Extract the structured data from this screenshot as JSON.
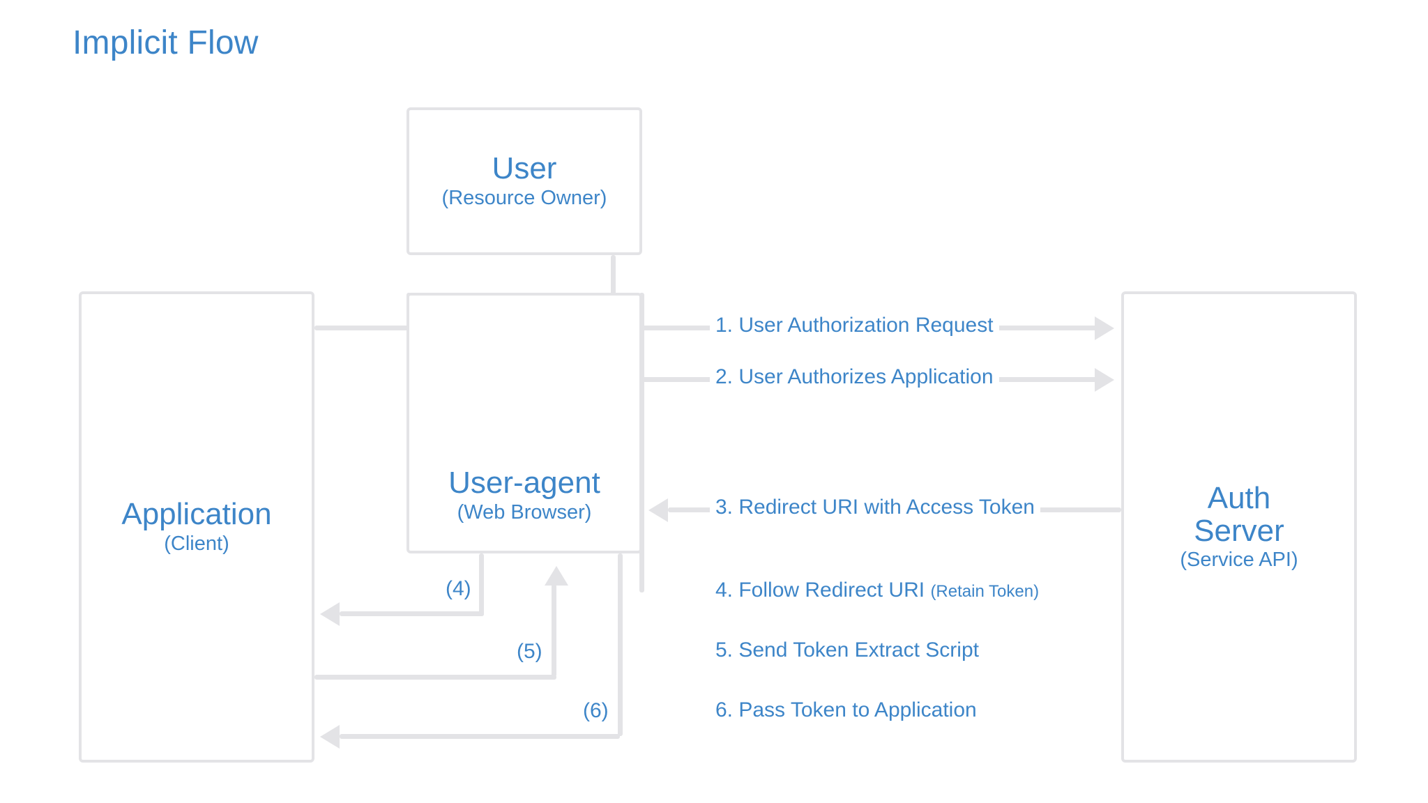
{
  "page": {
    "title": "Implicit Flow",
    "accent_blue": "#3d85c8",
    "line_gray": "#e3e3e6",
    "background": "#ffffff"
  },
  "nodes": [
    {
      "id": "user",
      "main": "User",
      "sub": "(Resource Owner)"
    },
    {
      "id": "user-agent",
      "main": "User-agent",
      "sub": "(Web Browser)"
    },
    {
      "id": "application",
      "main": "Application",
      "sub": "(Client)"
    },
    {
      "id": "auth-server",
      "main": "Auth\nServer",
      "sub": "(Service API)"
    }
  ],
  "steps": [
    {
      "num": "1.",
      "text": "User Authorization Request",
      "detail": "",
      "direction": "right"
    },
    {
      "num": "2.",
      "text": "User Authorizes Application",
      "detail": "",
      "direction": "right"
    },
    {
      "num": "3.",
      "text": "Redirect URI with Access Token",
      "detail": "",
      "direction": "left"
    },
    {
      "num": "4.",
      "text": "Follow Redirect URI",
      "detail": "(Retain Token)",
      "direction": "left"
    },
    {
      "num": "5.",
      "text": "Send Token Extract Script",
      "detail": "",
      "direction": "up"
    },
    {
      "num": "6.",
      "text": "Pass Token to Application",
      "detail": "",
      "direction": "left"
    }
  ],
  "step_labels": {
    "s1": "1. User Authorization Request",
    "s2": "2. User Authorizes Application",
    "s3": "3. Redirect URI with Access Token",
    "s4_main": "4. Follow Redirect URI ",
    "s4_detail": "(Retain Token)",
    "s5": "5. Send Token Extract Script",
    "s6": "6. Pass Token to Application"
  },
  "flow_markers": {
    "m4": "(4)",
    "m5": "(5)",
    "m6": "(6)"
  }
}
